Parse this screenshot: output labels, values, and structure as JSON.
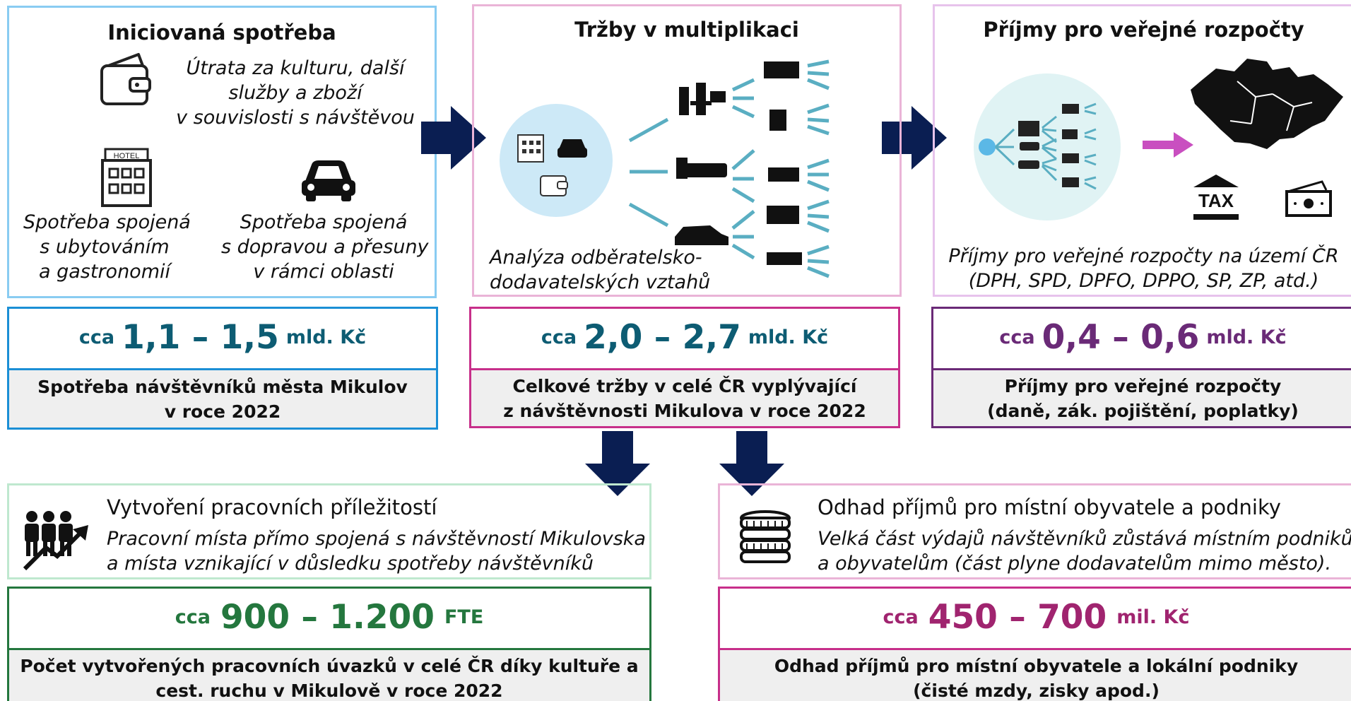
{
  "colors": {
    "blue_light": "#89ccf2",
    "blue": "#1b8fd5",
    "teal_dark": "#0d5c73",
    "pink_light": "#eab4d7",
    "pink": "#c72f8a",
    "lilac_light": "#e7c3ec",
    "purple": "#6a2a77",
    "green_light": "#bfe8cf",
    "green": "#24773e",
    "arrow": "#0a1e52",
    "magenta_arrow": "#c94fc0"
  },
  "icons": [
    "wallet-icon",
    "hotel-icon",
    "car-icon",
    "people-growth-icon",
    "coins-stack-icon",
    "tax-building-icon",
    "cash-icon",
    "czech-map-icon"
  ],
  "panel1": {
    "title": "Iniciovaná spotřeba",
    "text1": [
      "Útrata za kulturu, další",
      "služby a zboží",
      "v souvislosti s návštěvou"
    ],
    "text2": [
      "Spotřeba spojená",
      "s ubytováním",
      "a gastronomií"
    ],
    "text3": [
      "Spotřeba spojená",
      "s dopravou a přesuny",
      "v rámci oblasti"
    ],
    "hotel_label": "HOTEL"
  },
  "panel2": {
    "title": "Tržby v multiplikaci",
    "text": [
      "Analýza odběratelsko-",
      "dodavatelských vztahů"
    ]
  },
  "panel3": {
    "title": "Příjmy pro veřejné rozpočty",
    "text": [
      "Příjmy pro veřejné rozpočty na území ČR",
      "(DPH, SPD, DPFO, DPPO, SP, ZP, atd.)"
    ],
    "tax_label": "TAX"
  },
  "val1": {
    "prefix": "cca",
    "value": "1,1 – 1,5",
    "unit": "mld. Kč",
    "desc": [
      "Spotřeba návštěvníků města Mikulov",
      "v roce 2022"
    ]
  },
  "val2": {
    "prefix": "cca",
    "value": "2,0 – 2,7",
    "unit": "mld. Kč",
    "desc": [
      "Celkové tržby v celé ČR vyplývající",
      "z návštěvnosti Mikulova v roce 2022"
    ]
  },
  "val3": {
    "prefix": "cca",
    "value": "0,4 – 0,6",
    "unit": "mld. Kč",
    "desc": [
      "Příjmy pro veřejné rozpočty",
      "(daně, zák. pojištění, poplatky)"
    ]
  },
  "jobs": {
    "title": "Vytvoření pracovních příležitostí",
    "text": [
      "Pracovní místa přímo spojená s návštěvností Mikulovska",
      "a místa vznikající v důsledku spotřeby návštěvníků"
    ],
    "prefix": "cca",
    "value": "900 – 1.200",
    "unit": "FTE",
    "desc": [
      "Počet vytvořených pracovních úvazků v celé ČR díky kultuře a",
      "cest. ruchu v Mikulově v roce 2022"
    ]
  },
  "income": {
    "title": "Odhad příjmů pro místní obyvatele a podniky",
    "text": [
      "Velká část výdajů návštěvníků zůstává místním podnikům",
      "a obyvatelům (část plyne dodavatelům mimo město)."
    ],
    "prefix": "cca",
    "value": "450 – 700",
    "unit": "mil. Kč",
    "desc": [
      "Odhad příjmů pro místní obyvatele a lokální podniky",
      "(čisté mzdy, zisky apod.)"
    ]
  }
}
